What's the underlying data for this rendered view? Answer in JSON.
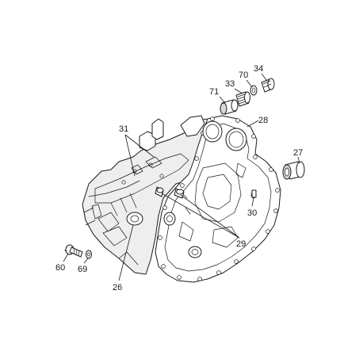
{
  "diagram": {
    "callouts": {
      "c34": "34",
      "c70": "70",
      "c33": "33",
      "c71": "71",
      "c28": "28",
      "c31": "31",
      "c27": "27",
      "c30": "30",
      "c29": "29",
      "c60": "60",
      "c69": "69",
      "c26": "26"
    },
    "colors": {
      "line": "#1a1a1a",
      "shade": "#d9d9d9",
      "background": "#ffffff"
    }
  }
}
